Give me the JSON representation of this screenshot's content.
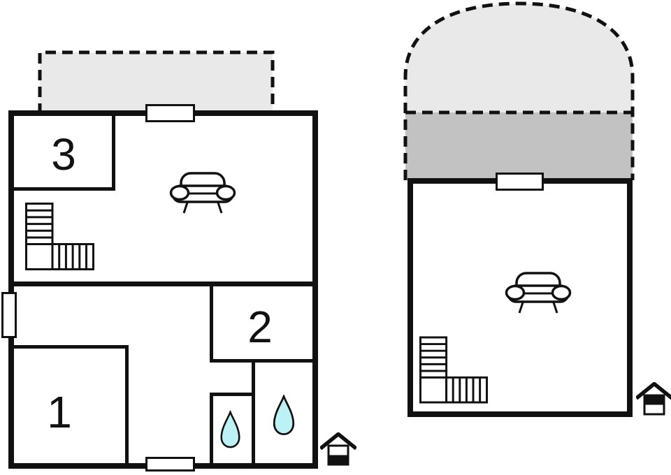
{
  "plan_title": "two-level floor plan",
  "ground_floor": {
    "rooms": [
      {
        "label": "3"
      },
      {
        "label": "2"
      },
      {
        "label": "1"
      }
    ],
    "icons": [
      "stairs-icon",
      "sofa-icon",
      "water-drop-icon-small",
      "water-drop-icon-large",
      "house-ground-floor-icon"
    ]
  },
  "upper_floor": {
    "rooms": [],
    "icons": [
      "stairs-icon",
      "sofa-icon",
      "house-upper-floor-icon"
    ]
  },
  "colors": {
    "line": "#111111",
    "terrace_fill": "#e9e9e9",
    "balcony_band_fill": "#c2c2c2",
    "water_drop_fill": "#bcf2f6",
    "background": "#ffffff"
  }
}
